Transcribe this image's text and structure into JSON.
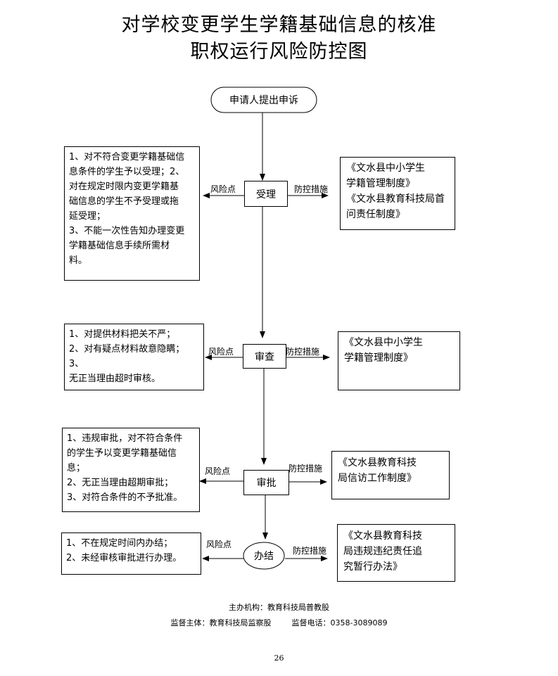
{
  "title": {
    "line1": "对学校变更学生学籍基础信息的核准",
    "line2": "职权运行风险防控图"
  },
  "start_node": "申请人提出申诉",
  "labels": {
    "risk": "风险点",
    "control": "防控措施"
  },
  "steps": [
    {
      "name": "受理",
      "risks": [
        "1、对不符合变更学籍基础信",
        "息条件的学生予以受理；2、",
        "对在规定时限内变更学籍基",
        "础信息的学生不予受理或拖",
        "延受理；",
        "3、不能一次性告知办理变更",
        "学籍基础信息手续所需材",
        "料。"
      ],
      "controls": [
        "《文水县中小学生",
        "学籍管理制度》",
        "《文水县教育科技局首",
        "问责任制度》"
      ]
    },
    {
      "name": "审查",
      "risks": [
        "1、对提供材料把关不严；",
        "2、对有疑点材料故意隐瞒；3、",
        "无正当理由超时审核。"
      ],
      "controls": [
        "《文水县中小学生",
        "学籍管理制度》"
      ]
    },
    {
      "name": "审批",
      "risks": [
        "1、违规审批，对不符合条件",
        "的学生予以变更学籍基础信",
        "息；",
        "2、无正当理由超期审批；",
        "3、对符合条件的不予批准。"
      ],
      "controls": [
        "《文水县教育科技",
        "局信访工作制度》"
      ]
    },
    {
      "name": "办结",
      "risks": [
        "1、不在规定时间内办结；",
        "2、未经审核审批进行办理。"
      ],
      "controls": [
        "《文水县教育科技",
        "局违规违纪责任追",
        "究暂行办法》"
      ]
    }
  ],
  "footer": {
    "organizer": "主办机构：教育科技局普教股",
    "supervisor": "监督主体：教育科技局监察股",
    "phone": "监督电话：0358-3089089",
    "page_number": "26"
  }
}
